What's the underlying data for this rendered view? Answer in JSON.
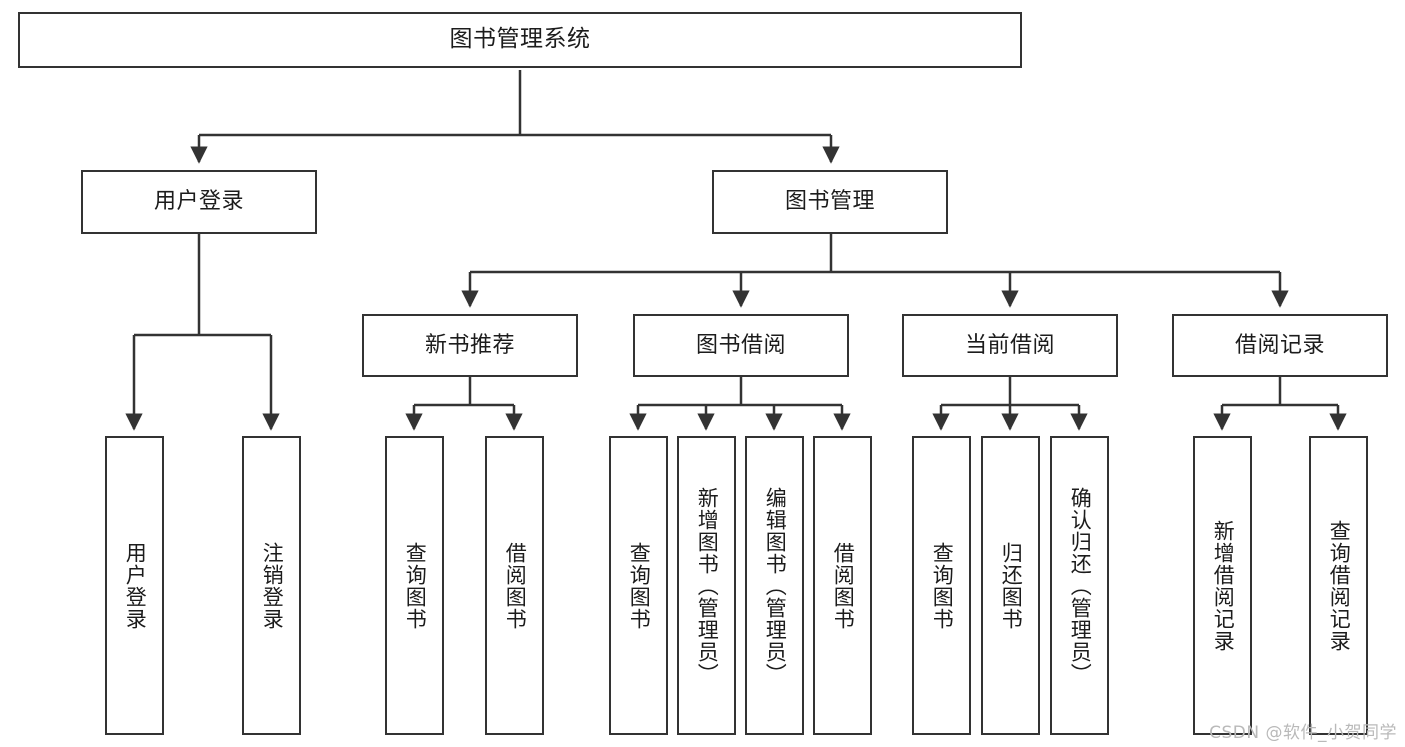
{
  "diagram": {
    "title": "图书管理系统",
    "type": "tree-hierarchy",
    "watermark": "CSDN @软件_小贺同学",
    "colors": {
      "box_border": "#333333",
      "box_fill": "#ffffff",
      "connector": "#333333",
      "text": "#1c1c1c",
      "watermark": "#b9b9b9",
      "background": "#ffffff"
    },
    "nodes": {
      "root": {
        "label": "图书管理系统"
      },
      "level2": [
        {
          "id": "user-login",
          "label": "用户登录"
        },
        {
          "id": "book-management",
          "label": "图书管理"
        }
      ],
      "level3": [
        {
          "id": "new-book-recommend",
          "label": "新书推荐"
        },
        {
          "id": "book-borrow",
          "label": "图书借阅"
        },
        {
          "id": "current-borrow",
          "label": "当前借阅"
        },
        {
          "id": "borrow-record",
          "label": "借阅记录"
        }
      ],
      "leaves": {
        "user_login": [
          {
            "id": "leaf-user-login",
            "label": "用户登录"
          },
          {
            "id": "leaf-logout-login",
            "label": "注销登录"
          }
        ],
        "new_book_recommend": [
          {
            "id": "leaf-query-book-1",
            "label": "查询图书"
          },
          {
            "id": "leaf-borrow-book-1",
            "label": "借阅图书"
          }
        ],
        "book_borrow": [
          {
            "id": "leaf-query-book-2",
            "label": "查询图书"
          },
          {
            "id": "leaf-add-book",
            "label": "新增图书（管理员）"
          },
          {
            "id": "leaf-edit-book",
            "label": "编辑图书（管理员）"
          },
          {
            "id": "leaf-borrow-book-2",
            "label": "借阅图书"
          }
        ],
        "current_borrow": [
          {
            "id": "leaf-query-book-3",
            "label": "查询图书"
          },
          {
            "id": "leaf-return-book",
            "label": "归还图书"
          },
          {
            "id": "leaf-confirm-return",
            "label": "确认归还（管理员）"
          }
        ],
        "borrow_record": [
          {
            "id": "leaf-add-record",
            "label": "新增借阅记录"
          },
          {
            "id": "leaf-query-record",
            "label": "查询借阅记录"
          }
        ]
      }
    }
  }
}
